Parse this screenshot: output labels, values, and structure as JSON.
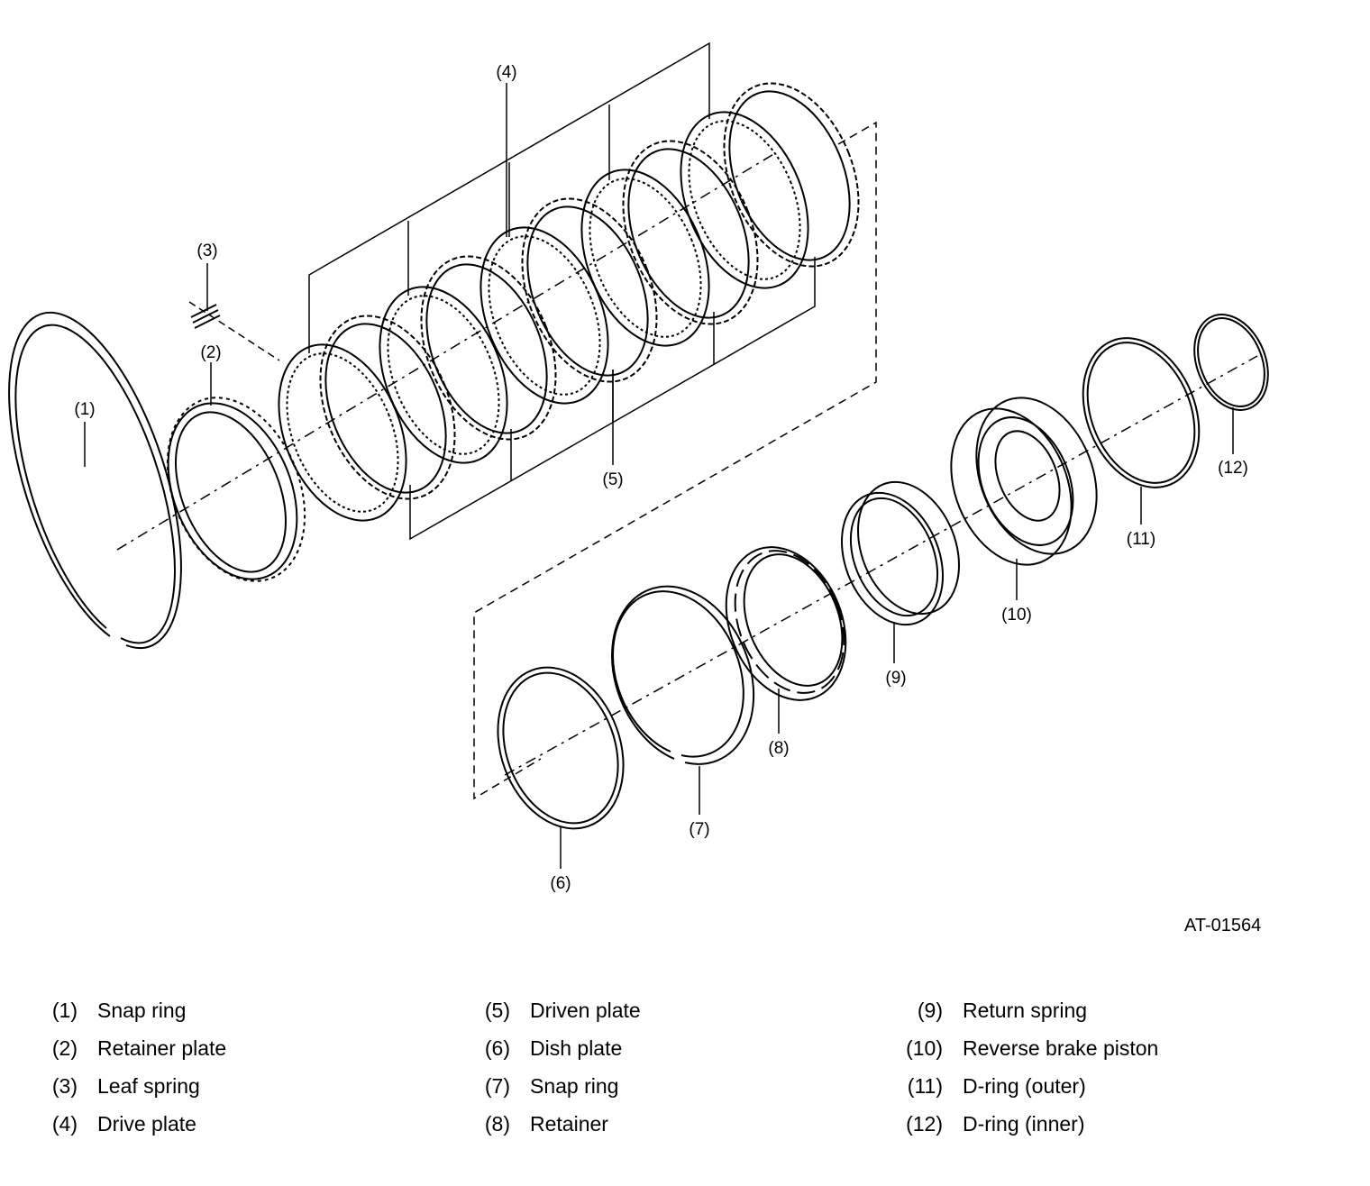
{
  "figure_id": "AT-01564",
  "callouts": [
    "(1)",
    "(2)",
    "(3)",
    "(4)",
    "(5)",
    "(6)",
    "(7)",
    "(8)",
    "(9)",
    "(10)",
    "(11)",
    "(12)"
  ],
  "legend": [
    {
      "num": "(1)",
      "label": "Snap ring"
    },
    {
      "num": "(2)",
      "label": "Retainer plate"
    },
    {
      "num": "(3)",
      "label": "Leaf spring"
    },
    {
      "num": "(4)",
      "label": "Drive plate"
    },
    {
      "num": "(5)",
      "label": "Driven plate"
    },
    {
      "num": "(6)",
      "label": "Dish plate"
    },
    {
      "num": "(7)",
      "label": "Snap ring"
    },
    {
      "num": "(8)",
      "label": "Retainer"
    },
    {
      "num": "(9)",
      "label": "Return spring"
    },
    {
      "num": "(10)",
      "label": "Reverse brake piston"
    },
    {
      "num": "(11)",
      "label": "D-ring (outer)"
    },
    {
      "num": "(12)",
      "label": "D-ring (inner)"
    }
  ]
}
